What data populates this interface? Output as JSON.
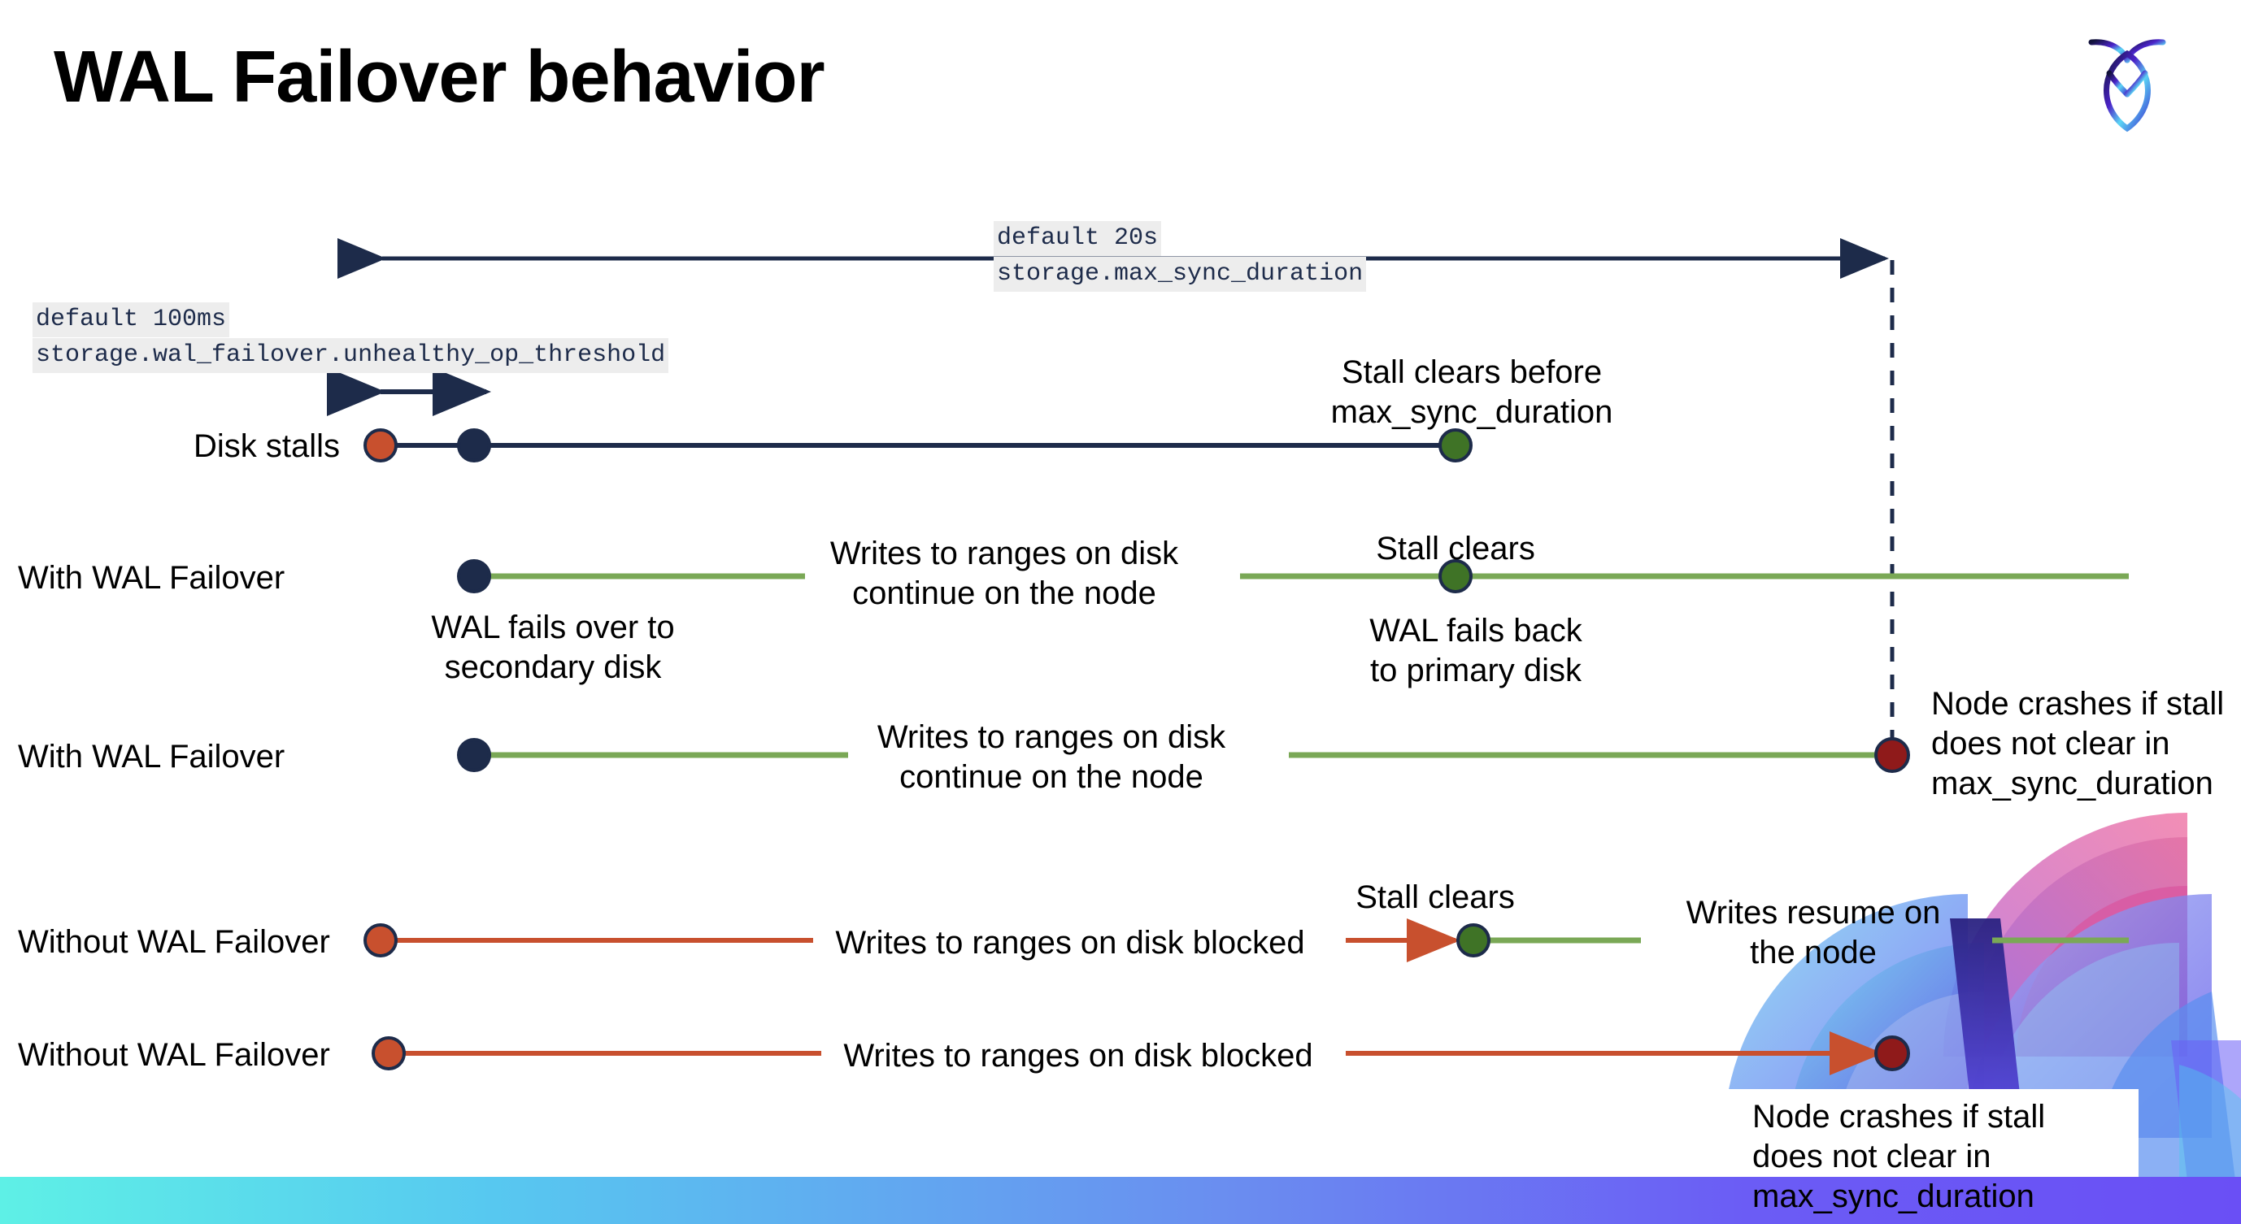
{
  "slide": {
    "title": "WAL Failover behavior",
    "logo_name": "cockroachdb-logo"
  },
  "settings": {
    "max_sync": {
      "default_label": "default 20s",
      "setting_name": "storage.max_sync_duration"
    },
    "unhealthy_op": {
      "default_label": "default 100ms",
      "setting_name": "storage.wal_failover.unhealthy_op_threshold"
    }
  },
  "rows": [
    {
      "id": "disk-stalls",
      "label": "Disk stalls"
    },
    {
      "id": "with-wal-failover-1",
      "label": "With WAL Failover"
    },
    {
      "id": "with-wal-failover-2",
      "label": "With WAL Failover"
    },
    {
      "id": "without-wal-failover-1",
      "label": "Without WAL Failover"
    },
    {
      "id": "without-wal-failover-2",
      "label": "Without WAL Failover"
    }
  ],
  "annotations": {
    "stall_clears_before": "Stall clears before\nmax_sync_duration",
    "writes_continue_1": "Writes to ranges on disk\ncontinue on the node",
    "stall_clears_2": "Stall clears",
    "wal_fails_over": "WAL fails over to\nsecondary disk",
    "wal_fails_back": "WAL fails  back\nto primary disk",
    "writes_continue_2": "Writes to ranges on disk\ncontinue on the node",
    "node_crashes_1": "Node crashes if stall\ndoes not clear in\nmax_sync_duration",
    "stall_clears_3": "Stall clears",
    "writes_blocked_1": "Writes to ranges on disk  blocked",
    "writes_resume": "Writes resume on\nthe node",
    "writes_blocked_2": "Writes to ranges on disk  blocked",
    "node_crashes_2": "Node crashes if stall\ndoes not clear in\nmax_sync_duration"
  },
  "colors": {
    "navy": "#1d2b4a",
    "green_line": "#7aa856",
    "green_dot": "#3f7326",
    "orange_dot": "#c8502e",
    "orange_line": "#c8502e",
    "red_dot": "#8f1a1a",
    "chip_bg": "#ededed"
  },
  "markers": [
    {
      "name": "disk-stall-start",
      "type": "orange-dot",
      "row": "disk-stalls"
    },
    {
      "name": "wal-failover-trigger",
      "type": "navy-dot",
      "row": "disk-stalls"
    },
    {
      "name": "stall-clear",
      "type": "green-dot",
      "row": "disk-stalls"
    },
    {
      "name": "wal-failover-trigger",
      "type": "navy-dot",
      "row": "with-wal-failover-1"
    },
    {
      "name": "stall-clear",
      "type": "green-dot",
      "row": "with-wal-failover-1"
    },
    {
      "name": "wal-failover-trigger",
      "type": "navy-dot",
      "row": "with-wal-failover-2"
    },
    {
      "name": "node-crash",
      "type": "red-dot",
      "row": "with-wal-failover-2"
    },
    {
      "name": "disk-stall-start",
      "type": "orange-dot",
      "row": "without-wal-failover-1"
    },
    {
      "name": "stall-clear",
      "type": "green-dot",
      "row": "without-wal-failover-1"
    },
    {
      "name": "disk-stall-start",
      "type": "orange-dot",
      "row": "without-wal-failover-2"
    },
    {
      "name": "node-crash",
      "type": "red-dot",
      "row": "without-wal-failover-2"
    }
  ]
}
